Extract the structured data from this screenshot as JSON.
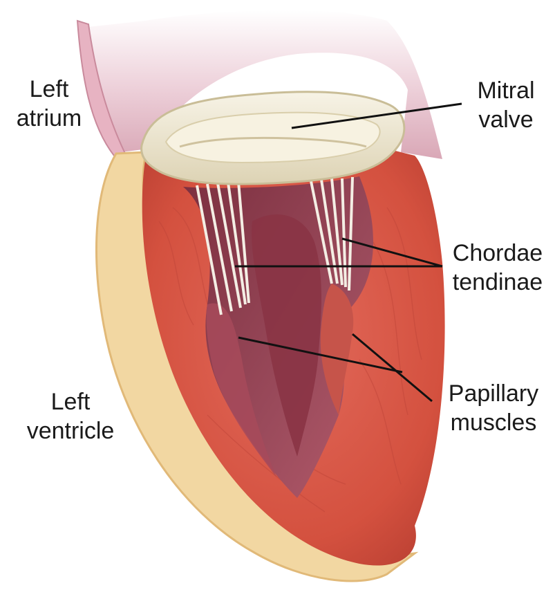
{
  "labels": {
    "left_atrium": [
      "Left",
      "atrium"
    ],
    "mitral_valve": [
      "Mitral",
      "valve"
    ],
    "chordae_tendinae": [
      "Chordae",
      "tendinae"
    ],
    "papillary_muscles": [
      "Papillary",
      "muscles"
    ],
    "left_ventricle": [
      "Left",
      "ventricle"
    ]
  },
  "colors": {
    "background": "#ffffff",
    "myocardium": "#d9574a",
    "myocardium_dark": "#b53d33",
    "endocardium_cavity": "#8e3b4c",
    "atrium": "#e8c4cf",
    "valve_ring": "#efe9d6",
    "epicardium_fat": "#f3d9a0",
    "leader_line": "#111111"
  }
}
